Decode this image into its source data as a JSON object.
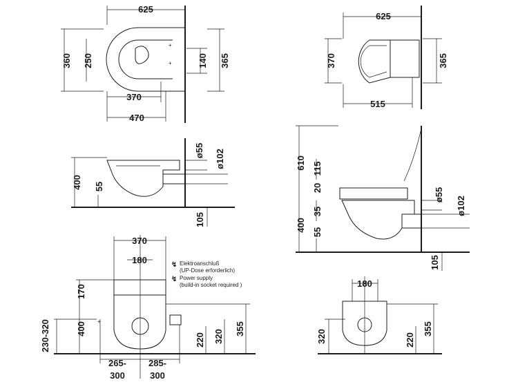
{
  "colors": {
    "line": "#1a1a1a",
    "background": "#ffffff"
  },
  "top_left": {
    "width_625": "625",
    "height_360": "360",
    "height_250": "250",
    "height_140": "140",
    "height_365": "365",
    "depth_370": "370",
    "depth_470": "470"
  },
  "top_right": {
    "width_625": "625",
    "height_370": "370",
    "height_365": "365",
    "depth_515": "515"
  },
  "side_left": {
    "pipe_55": "ø55",
    "pipe_102": "ø102",
    "height_400": "400",
    "height_55": "55",
    "floor_105": "105"
  },
  "side_right": {
    "height_610": "610",
    "height_115": "115",
    "height_20": "20",
    "height_35": "35",
    "height_400": "400",
    "height_55": "55",
    "pipe_55": "ø55",
    "pipe_102": "ø102",
    "floor_105": "105"
  },
  "front_left": {
    "width_370": "370",
    "width_180": "180",
    "height_170": "170",
    "height_400": "400",
    "range_230_320": "230-320",
    "height_220": "220",
    "height_320": "320",
    "height_355": "355",
    "range_265_300_top": "265-",
    "range_265_300_bottom": "300",
    "range_285_300_top": "285-",
    "range_285_300_bottom": "300",
    "note_elektro_1": "Elektroanschluß",
    "note_elektro_2": "(UP-Dose erforderlich)",
    "note_power_1": "Power supply",
    "note_power_2": "(build-in socket required )"
  },
  "front_right": {
    "width_180": "180",
    "height_320": "320",
    "height_220": "220",
    "height_355": "355"
  }
}
